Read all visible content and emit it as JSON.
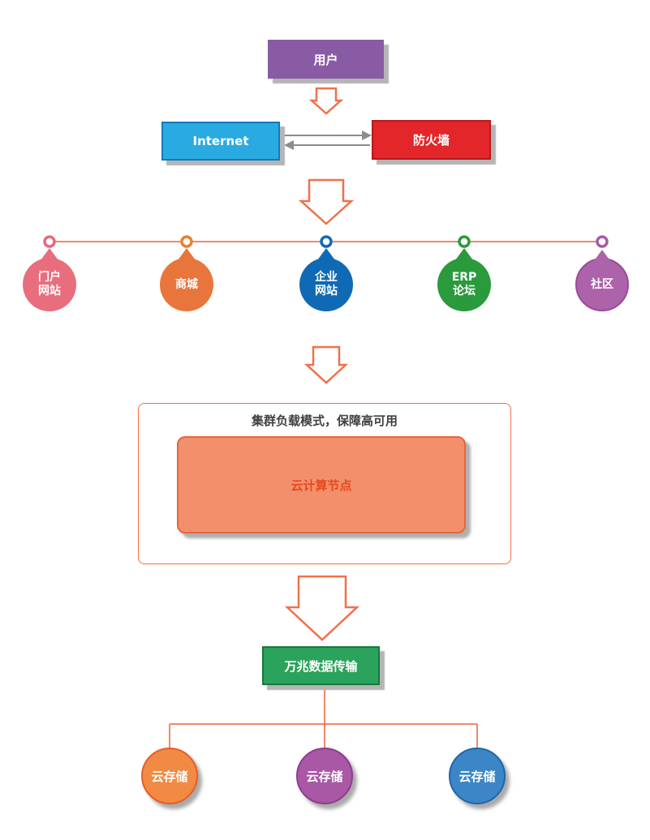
{
  "canvas": {
    "background": "#ffffff",
    "connector_color": "#e8643c",
    "arrow_outline_color": "#f0714a",
    "link_arrow_color": "#8c8c8c"
  },
  "nodes": {
    "user": {
      "label": "用户",
      "color": "#8a5ba5"
    },
    "internet": {
      "label": "Internet",
      "color": "#29abe2"
    },
    "firewall": {
      "label": "防火墙",
      "color": "#e32629"
    },
    "cluster": {
      "title": "集群负载模式，保障高可用",
      "border_color": "#f0714a"
    },
    "compute_node": {
      "label": "云计算节点",
      "color": "#f2906b",
      "text_color": "#e8491f"
    },
    "transfer": {
      "label": "万兆数据传输",
      "color": "#2ba35c"
    }
  },
  "services": [
    {
      "label": "门户\n网站",
      "color": "#e86e7e"
    },
    {
      "label": "商城",
      "color": "#e8763c"
    },
    {
      "label": "企业\n网站",
      "color": "#1069b4"
    },
    {
      "label": "ERP\n论坛",
      "color": "#2a9a3d"
    },
    {
      "label": "社区",
      "color": "#ac63a9"
    }
  ],
  "storage": [
    {
      "label": "云存储",
      "color": "#f18a43"
    },
    {
      "label": "云存储",
      "color": "#a958a5"
    },
    {
      "label": "云存储",
      "color": "#3c86c7"
    }
  ]
}
